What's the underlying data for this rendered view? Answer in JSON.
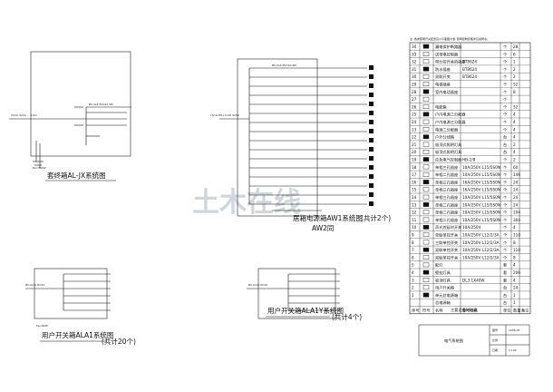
{
  "diagrams": {
    "top_left_title": "套终箱AL-JX系统图",
    "top_right_title": "居箱电源箱AW1系统图",
    "top_right_count": "(共计2个)",
    "top_right_sub": "AW2同",
    "bottom_left_title": "用户开关箱ALA1系统图",
    "bottom_left_count": "(共计20个)",
    "bottom_mid_title": "用户开关箱ALA1Y系统图",
    "bottom_mid_count": "(共计4个)"
  },
  "watermark": "土木在线",
  "legend": {
    "note": "注: 各类照明开关配置应以平面图为准, 照明控制原理详见说明书。",
    "title": "主要设备材料表",
    "header": [
      "序号",
      "符号",
      "名称",
      "型号规格",
      "单位",
      "数量",
      "备注"
    ],
    "rows": [
      [
        "34",
        "",
        "漏电保护断路器",
        "",
        "个",
        "28",
        ""
      ],
      [
        "33",
        "",
        "送带电控制器",
        "",
        "个",
        "6",
        ""
      ],
      [
        "32",
        "",
        "带分控开关的插座",
        "BT8624",
        "个",
        "1",
        ""
      ],
      [
        "31",
        "",
        "防水插座",
        "BT8624",
        "个",
        "2",
        ""
      ],
      [
        "30",
        "",
        "双联开关",
        "BT8624",
        "个",
        "2",
        ""
      ],
      [
        "29",
        "",
        "电视插座",
        "",
        "个",
        "52",
        ""
      ],
      [
        "28",
        "",
        "室内电话插座",
        "",
        "个",
        "8",
        ""
      ],
      [
        "27",
        "",
        "",
        "",
        "个",
        "",
        ""
      ],
      [
        "26",
        "",
        "电能箱",
        "",
        "个",
        "52",
        ""
      ],
      [
        "25",
        "",
        "户内电源二分配器",
        "",
        "个",
        "4",
        ""
      ],
      [
        "24",
        "",
        "户内电源三分配器",
        "",
        "个",
        "4",
        ""
      ],
      [
        "23",
        "",
        "电源二分配器",
        "",
        "个",
        "4",
        ""
      ],
      [
        "22",
        "",
        "户外分线箱",
        "",
        "台",
        "4",
        ""
      ],
      [
        "21",
        "",
        "吸顶式照明灯具",
        "",
        "台",
        "2",
        ""
      ],
      [
        "20",
        "",
        "吸顶式照明灯具",
        "",
        "台",
        "4",
        ""
      ],
      [
        "19",
        "",
        "应急电气控制器",
        "HB-2/8",
        "个",
        "2",
        ""
      ],
      [
        "18",
        "",
        "单相三孔插座",
        "10A/250V L15/5S0N",
        "个",
        "60",
        ""
      ],
      [
        "17",
        "",
        "单相二孔插座",
        "10A/250V L15/5S0N",
        "个",
        "146",
        ""
      ],
      [
        "16",
        "",
        "单相三孔插座",
        "16A/250V L15/5S0N",
        "个",
        "24",
        ""
      ],
      [
        "15",
        "",
        "单相三孔插座",
        "16A/250V L15/5S0N",
        "个",
        "24",
        ""
      ],
      [
        "14",
        "",
        "单相三孔插座",
        "10A/250V L15/5S0N",
        "个",
        "24",
        ""
      ],
      [
        "13",
        "",
        "单相二孔插座",
        "10A/250V L15/5S0N",
        "个",
        "24",
        ""
      ],
      [
        "12",
        "",
        "单相二孔插座",
        "10A/250V L15/5S0N",
        "个",
        "104",
        ""
      ],
      [
        "11",
        "",
        "单相二孔插座",
        "10A/250V L15/5S0N",
        "个",
        "304",
        ""
      ],
      [
        "10",
        "",
        "声光控延时开关",
        "10A/250V",
        "个",
        "4",
        ""
      ],
      [
        "9",
        "",
        "单联单控开关",
        "10A/250V L12/2/3A",
        "个",
        "110",
        ""
      ],
      [
        "8",
        "",
        "三联单控开关",
        "10A/250V L12/2/3A",
        "个",
        "8",
        ""
      ],
      [
        "7",
        "",
        "双联单控开关",
        "10A/250V L12/2/3A",
        "个",
        "110",
        ""
      ],
      [
        "6",
        "",
        "双联单控开关",
        "10A/250V L12/2/3A",
        "个",
        "8",
        ""
      ],
      [
        "5",
        "",
        "配灯",
        "",
        "套",
        "4",
        ""
      ],
      [
        "4",
        "",
        "壁挂灯具",
        "",
        "套",
        "206",
        ""
      ],
      [
        "3",
        "",
        "吸顶灯具",
        "DL3 1X40W",
        "套",
        "4",
        ""
      ],
      [
        "2",
        "",
        "用户开关箱",
        "",
        "台",
        "24",
        ""
      ],
      [
        "1",
        "",
        "单元总电源箱",
        "",
        "台",
        "1",
        ""
      ]
    ],
    "extra_row": [
      "",
      "",
      "总电源箱",
      "",
      "台",
      "1",
      ""
    ]
  },
  "title_block": {
    "name": "电气系统图",
    "labels": [
      "图号",
      "比例",
      "日期"
    ],
    "values": [
      "2006.05",
      "",
      "1:100"
    ]
  }
}
